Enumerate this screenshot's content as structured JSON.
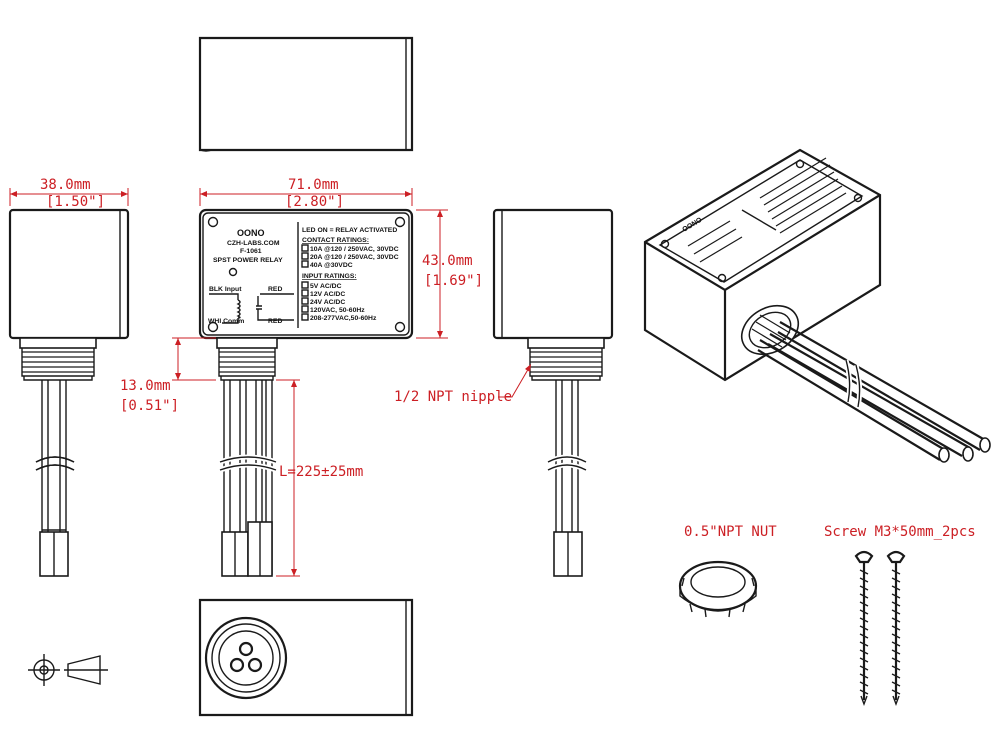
{
  "dimensions": {
    "width_mm": "38.0mm",
    "width_in": "[1.50\"]",
    "length_mm": "71.0mm",
    "length_in": "[2.80\"]",
    "height_mm": "43.0mm",
    "height_in": "[1.69\"]",
    "nipple_mm": "13.0mm",
    "nipple_in": "[0.51\"]",
    "wire_length": "L=225±25mm"
  },
  "callouts": {
    "nipple": "1/2 NPT nipple",
    "nut": "0.5\"NPT NUT",
    "screw": "Screw M3*50mm_2pcs"
  },
  "label": {
    "brand": "OONO",
    "site": "CZH-LABS.COM",
    "model": "F-1061",
    "product": "SPST POWER RELAY",
    "led": "LED ON = RELAY ACTIVATED",
    "contact_title": "CONTACT RATINGS:",
    "contact": [
      "10A @120 / 250VAC, 30VDC",
      "20A @120 / 250VAC, 30VDC",
      "40A @30VDC"
    ],
    "input_title": "INPUT RATINGS:",
    "input": [
      "5V AC/DC",
      "12V AC/DC",
      "24V AC/DC",
      "120VAC, 50-60Hz",
      "208-277VAC,50-60Hz"
    ],
    "blk": "BLK Input",
    "whi": "WHI Comm",
    "red": "RED"
  },
  "colors": {
    "dimension": "#cc1f24",
    "line": "#1a1a1a"
  }
}
